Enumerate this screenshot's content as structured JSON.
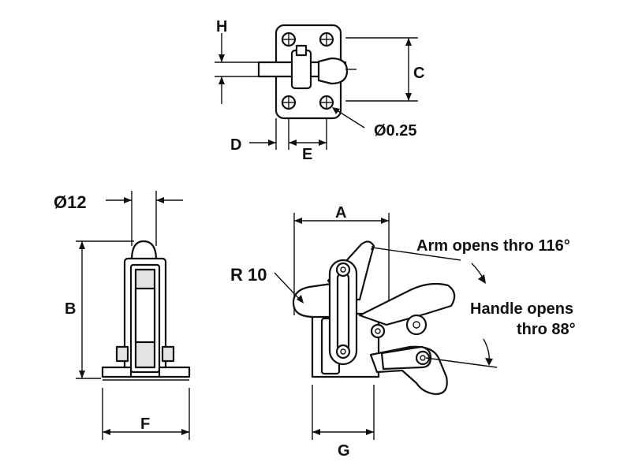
{
  "labels": {
    "H": "H",
    "C": "C",
    "D": "D",
    "E": "E",
    "hole": "Ø0.25",
    "dia12": "Ø12",
    "B": "B",
    "F": "F",
    "A": "A",
    "R10": "R 10",
    "G": "G",
    "arm1": "Arm opens thro 116°",
    "handle1": "Handle opens",
    "handle2": "thro 88°"
  }
}
